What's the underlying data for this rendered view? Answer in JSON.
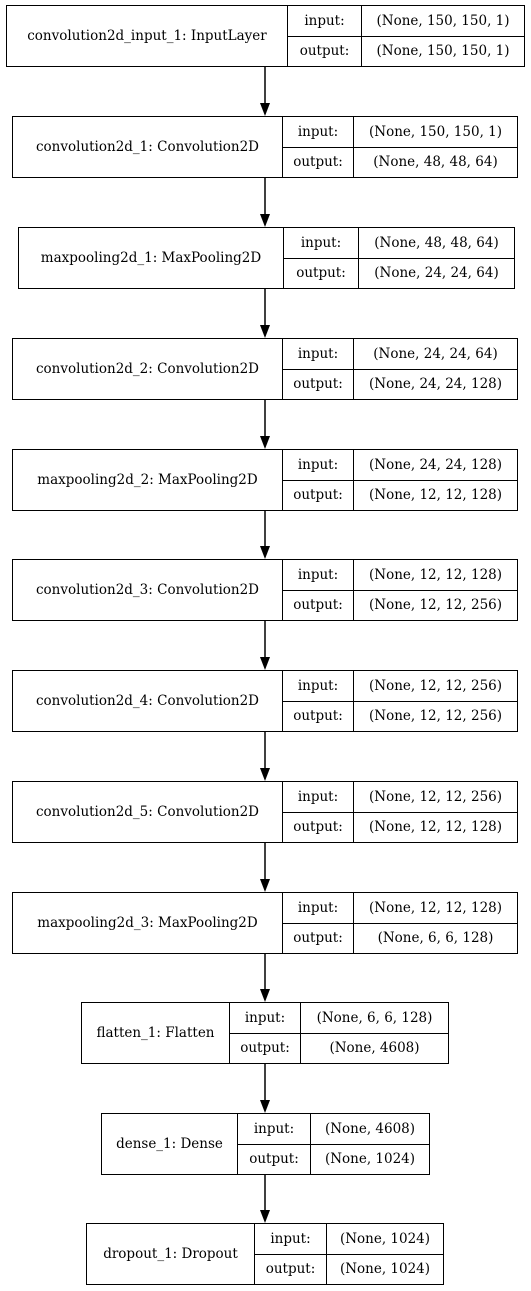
{
  "layers": [
    {
      "name": "convolution2d_input_1: InputLayer",
      "input_label": "input:",
      "output_label": "output:",
      "input": "(None, 150, 150, 1)",
      "output": "(None, 150, 150, 1)"
    },
    {
      "name": "convolution2d_1: Convolution2D",
      "input_label": "input:",
      "output_label": "output:",
      "input": "(None, 150, 150, 1)",
      "output": "(None, 48, 48, 64)"
    },
    {
      "name": "maxpooling2d_1: MaxPooling2D",
      "input_label": "input:",
      "output_label": "output:",
      "input": "(None, 48, 48, 64)",
      "output": "(None, 24, 24, 64)"
    },
    {
      "name": "convolution2d_2: Convolution2D",
      "input_label": "input:",
      "output_label": "output:",
      "input": "(None, 24, 24, 64)",
      "output": "(None, 24, 24, 128)"
    },
    {
      "name": "maxpooling2d_2: MaxPooling2D",
      "input_label": "input:",
      "output_label": "output:",
      "input": "(None, 24, 24, 128)",
      "output": "(None, 12, 12, 128)"
    },
    {
      "name": "convolution2d_3: Convolution2D",
      "input_label": "input:",
      "output_label": "output:",
      "input": "(None, 12, 12, 128)",
      "output": "(None, 12, 12, 256)"
    },
    {
      "name": "convolution2d_4: Convolution2D",
      "input_label": "input:",
      "output_label": "output:",
      "input": "(None, 12, 12, 256)",
      "output": "(None, 12, 12, 256)"
    },
    {
      "name": "convolution2d_5: Convolution2D",
      "input_label": "input:",
      "output_label": "output:",
      "input": "(None, 12, 12, 256)",
      "output": "(None, 12, 12, 128)"
    },
    {
      "name": "maxpooling2d_3: MaxPooling2D",
      "input_label": "input:",
      "output_label": "output:",
      "input": "(None, 12, 12, 128)",
      "output": "(None, 6, 6, 128)"
    },
    {
      "name": "flatten_1: Flatten",
      "input_label": "input:",
      "output_label": "output:",
      "input": "(None, 6, 6, 128)",
      "output": "(None, 4608)"
    },
    {
      "name": "dense_1: Dense",
      "input_label": "input:",
      "output_label": "output:",
      "input": "(None, 4608)",
      "output": "(None, 1024)"
    },
    {
      "name": "dropout_1: Dropout",
      "input_label": "input:",
      "output_label": "output:",
      "input": "(None, 1024)",
      "output": "(None, 1024)"
    }
  ]
}
